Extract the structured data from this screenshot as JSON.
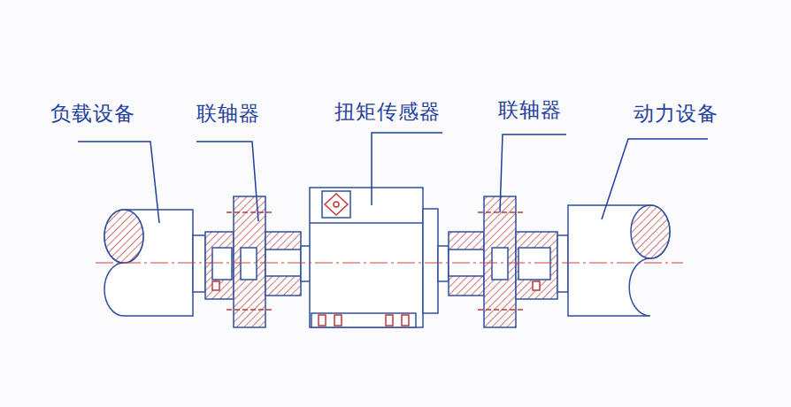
{
  "diagram": {
    "labels": [
      "负载设备",
      "联轴器",
      "扭矩传感器",
      "联轴器",
      "动力设备"
    ]
  }
}
